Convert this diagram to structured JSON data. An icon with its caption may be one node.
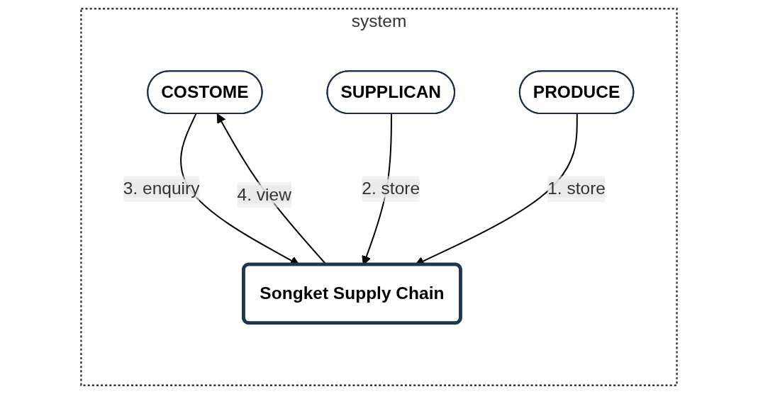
{
  "diagram": {
    "nodes": [
      {
        "text": [
          "system"
        ]
      },
      {
        "text": [
          "COSTOME"
        ],
        "in": 0
      },
      {
        "text": [
          "Songket Supply Chain"
        ],
        "in": 0
      },
      {
        "text": [
          "SUPPLICAN"
        ],
        "in": 0
      },
      {
        "text": [
          "PRODUCE"
        ],
        "in": 0
      }
    ],
    "edges": [
      {
        "from": 1,
        "to": 2,
        "arrow": "to",
        "label": "3. enquiry"
      },
      {
        "from": 2,
        "to": 1,
        "arrow": "to",
        "label": "4. view"
      },
      {
        "from": 3,
        "to": 2,
        "arrow": "to",
        "label": "2. store"
      },
      {
        "from": 4,
        "to": 2,
        "arrow": "to",
        "label": "1. store"
      }
    ]
  }
}
